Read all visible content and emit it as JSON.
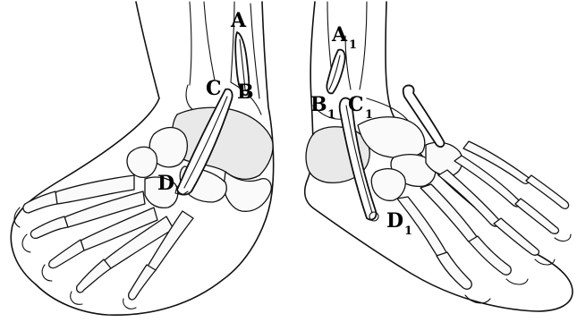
{
  "labels": {
    "a": "A",
    "b": "B",
    "c": "C",
    "d": "D",
    "a1": "A",
    "b1": "B",
    "c1": "C",
    "d1": "D",
    "sub1": "1"
  },
  "colors": {
    "ink": "#111111",
    "stipple": "#e9e9e9",
    "paper": "#ffffff"
  }
}
